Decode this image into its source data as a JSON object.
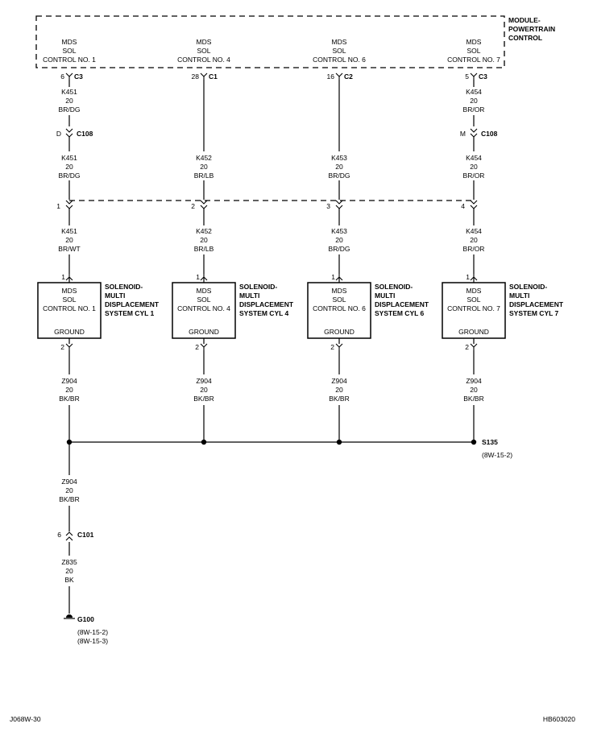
{
  "pcm": {
    "title_lines": [
      "MODULE-",
      "POWERTRAIN",
      "CONTROL"
    ],
    "outputs": [
      {
        "lines": [
          "MDS",
          "SOL",
          "CONTROL NO. 1"
        ],
        "pin": "6",
        "conn": "C3"
      },
      {
        "lines": [
          "MDS",
          "SOL",
          "CONTROL NO. 4"
        ],
        "pin": "28",
        "conn": "C1"
      },
      {
        "lines": [
          "MDS",
          "SOL",
          "CONTROL NO. 6"
        ],
        "pin": "16",
        "conn": "C2"
      },
      {
        "lines": [
          "MDS",
          "SOL",
          "CONTROL NO. 7"
        ],
        "pin": "5",
        "conn": "C3"
      }
    ]
  },
  "upper_wires": [
    {
      "lines": [
        "K451",
        "20",
        "BR/DG"
      ]
    },
    {
      "lines": [
        "K454",
        "20",
        "BR/OR"
      ]
    }
  ],
  "c108": {
    "name": "C108",
    "pins": [
      "D",
      "M"
    ]
  },
  "mid_wires": [
    {
      "lines": [
        "K451",
        "20",
        "BR/DG"
      ]
    },
    {
      "lines": [
        "K452",
        "20",
        "BR/LB"
      ]
    },
    {
      "lines": [
        "K453",
        "20",
        "BR/DG"
      ]
    },
    {
      "lines": [
        "K454",
        "20",
        "BR/OR"
      ]
    }
  ],
  "c101": {
    "name": "C101",
    "pins": [
      "1",
      "2",
      "3",
      "4"
    ]
  },
  "lower_wires": [
    {
      "lines": [
        "K451",
        "20",
        "BR/WT"
      ]
    },
    {
      "lines": [
        "K452",
        "20",
        "BR/LB"
      ]
    },
    {
      "lines": [
        "K453",
        "20",
        "BR/DG"
      ]
    },
    {
      "lines": [
        "K454",
        "20",
        "BR/OR"
      ]
    }
  ],
  "solenoids": [
    {
      "in_pin": "1",
      "out_pin": "2",
      "lines": [
        "MDS",
        "SOL",
        "CONTROL NO. 1"
      ],
      "ground": "GROUND",
      "name_lines": [
        "SOLENOID-",
        "MULTI",
        "DISPLACEMENT",
        "SYSTEM CYL 1"
      ]
    },
    {
      "in_pin": "1",
      "out_pin": "2",
      "lines": [
        "MDS",
        "SOL",
        "CONTROL NO. 4"
      ],
      "ground": "GROUND",
      "name_lines": [
        "SOLENOID-",
        "MULTI",
        "DISPLACEMENT",
        "SYSTEM CYL 4"
      ]
    },
    {
      "in_pin": "1",
      "out_pin": "2",
      "lines": [
        "MDS",
        "SOL",
        "CONTROL NO. 6"
      ],
      "ground": "GROUND",
      "name_lines": [
        "SOLENOID-",
        "MULTI",
        "DISPLACEMENT",
        "SYSTEM CYL 6"
      ]
    },
    {
      "in_pin": "1",
      "out_pin": "2",
      "lines": [
        "MDS",
        "SOL",
        "CONTROL NO. 7"
      ],
      "ground": "GROUND",
      "name_lines": [
        "SOLENOID-",
        "MULTI",
        "DISPLACEMENT",
        "SYSTEM CYL 7"
      ]
    }
  ],
  "ground_wires": [
    {
      "lines": [
        "Z904",
        "20",
        "BK/BR"
      ]
    },
    {
      "lines": [
        "Z904",
        "20",
        "BK/BR"
      ]
    },
    {
      "lines": [
        "Z904",
        "20",
        "BK/BR"
      ]
    },
    {
      "lines": [
        "Z904",
        "20",
        "BK/BR"
      ]
    }
  ],
  "splice": {
    "name": "S135",
    "ref": "(8W-15-2)"
  },
  "trunk_wire": {
    "lines": [
      "Z904",
      "20",
      "BK/BR"
    ]
  },
  "trunk_conn": {
    "pin": "6",
    "name": "C101"
  },
  "final_wire": {
    "lines": [
      "Z835",
      "20",
      "BK"
    ]
  },
  "ground": {
    "name": "G100",
    "refs": [
      "(8W-15-2)",
      "(8W-15-3)"
    ]
  },
  "footer": {
    "left": "J068W-30",
    "right": "HB603020"
  }
}
